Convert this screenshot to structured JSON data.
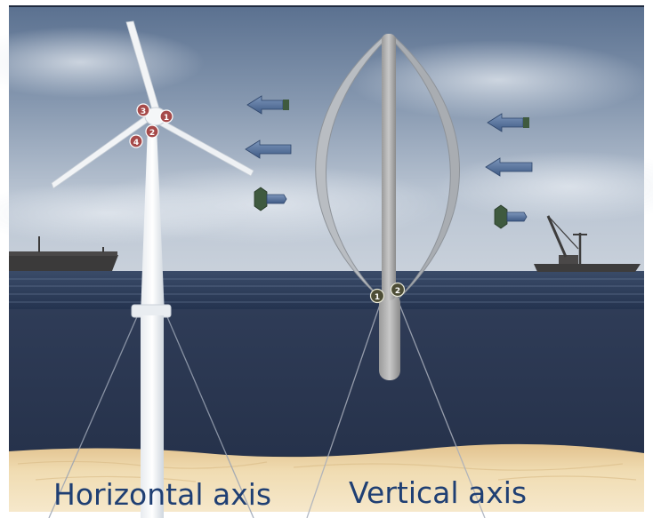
{
  "captions": {
    "horizontal": "Horizontal axis",
    "vertical": "Vertical axis"
  },
  "hawt_markers": [
    "1",
    "2",
    "3",
    "4"
  ],
  "vawt_markers": [
    "1",
    "2"
  ],
  "icons": {
    "wind_arrow": "left-arrow-icon",
    "wind_vane": "wind-vane-icon"
  },
  "colors": {
    "sky_top": "#5d7392",
    "sea": "#2d3e5c",
    "deep_water": "#2e3b56",
    "seabed": "#efd6a6",
    "caption": "#1f3f73",
    "hawt_marker": "#a64a4a",
    "vawt_marker": "#4d4d36",
    "arrow": "#4f6b95"
  }
}
